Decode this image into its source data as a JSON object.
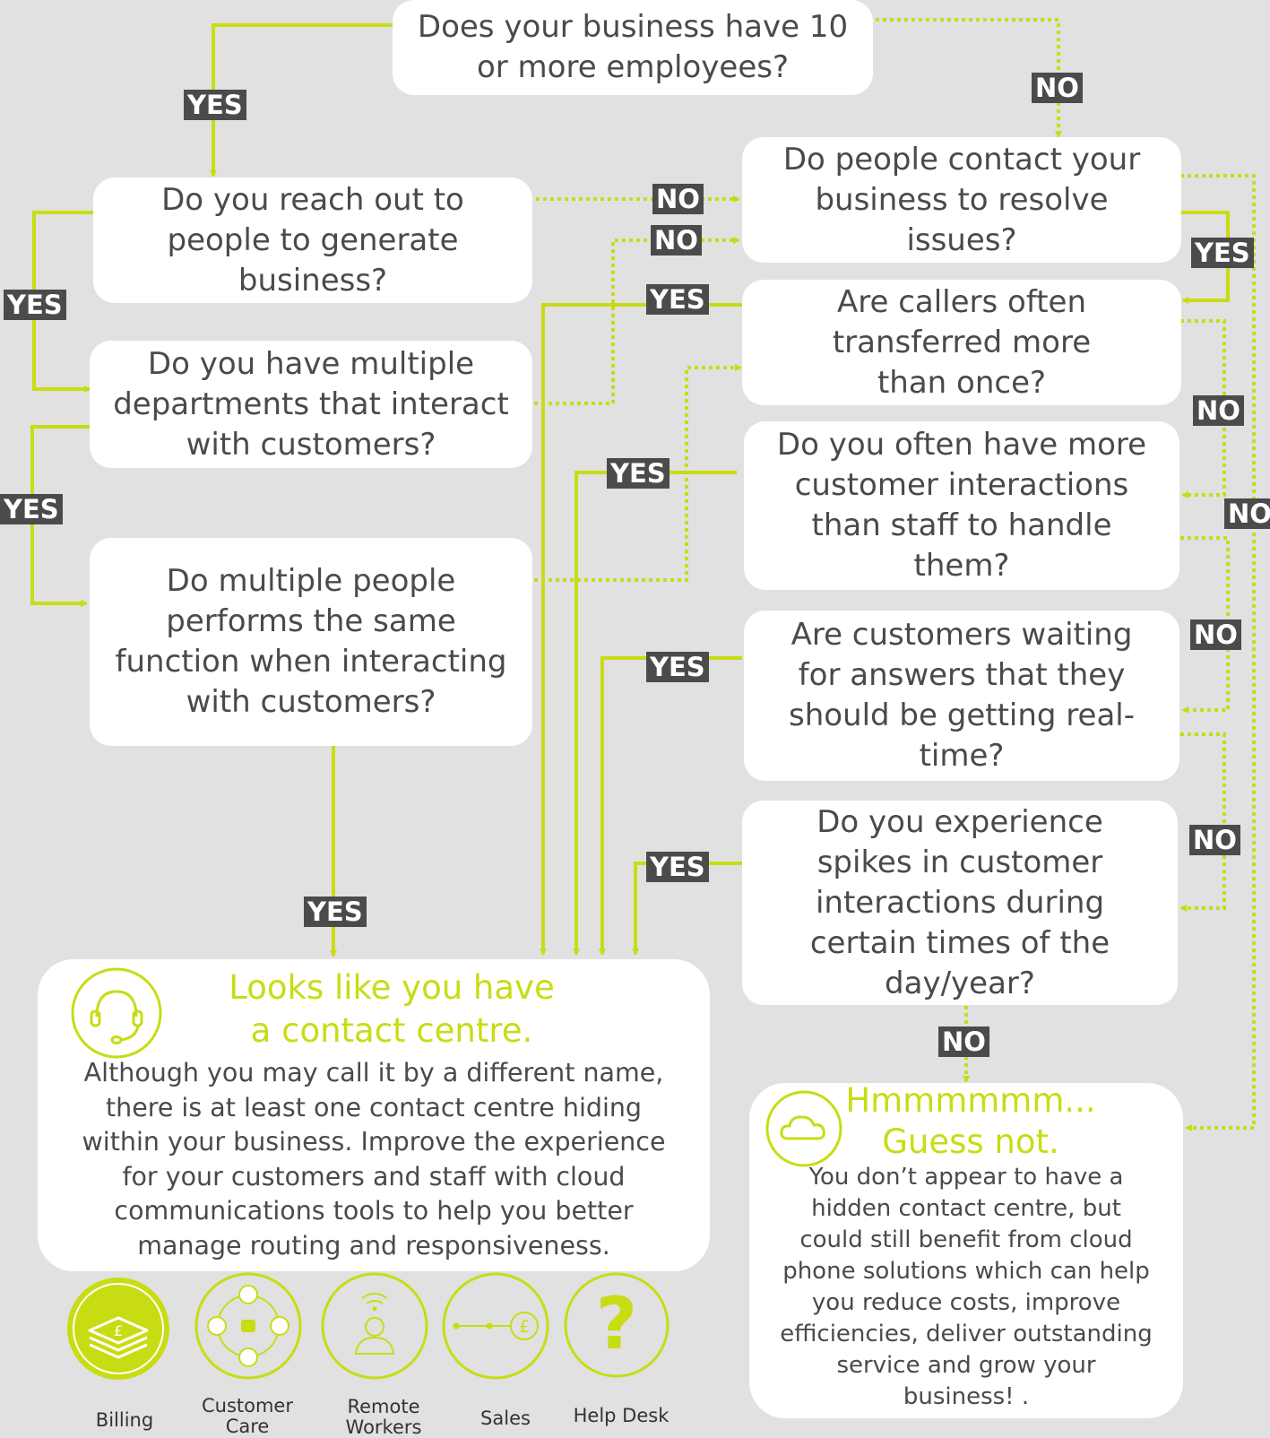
{
  "questions": {
    "q1": "Does your business have 10 or more employees?",
    "q2": "Do you reach out to people to generate business?",
    "q3": "Do you have multiple departments that interact with customers?",
    "q4": "Do multiple people performs the same function when interacting with customers?",
    "q5": "Do people contact your business to resolve issues?",
    "q6": "Are callers often transferred more than once?",
    "q7": "Do you often have more customer interactions than staff to handle them?",
    "q8": "Are customers waiting for answers that they should be getting real-time?",
    "q9": "Do you experience spikes in customer interactions during certain times of the day/year?"
  },
  "labels": {
    "yes": "YES",
    "no": "NO"
  },
  "result_yes": {
    "title_line1": "Looks like you have",
    "title_line2": "a contact centre.",
    "body": "Although you may call it by a different name, there is at least one contact centre hiding within your business. Improve the experience for your customers and staff with cloud communications tools to help you better manage routing and responsiveness."
  },
  "result_no": {
    "title_line1": "Hmmmmmm...",
    "title_line2": "Guess not.",
    "body": "You don’t appear to have a hidden contact centre, but could still benefit from cloud phone solutions which can help you reduce costs, improve efficiencies, deliver outstanding service and grow your business! ."
  },
  "roles": [
    {
      "label": "Billing",
      "icon": "billing-stack-icon"
    },
    {
      "label": "Customer Care",
      "icon": "customer-care-network-icon"
    },
    {
      "label": "Remote Workers",
      "icon": "remote-worker-icon"
    },
    {
      "label": "Sales",
      "icon": "sales-pound-icon"
    },
    {
      "label": "Help Desk",
      "icon": "question-mark-icon"
    }
  ],
  "colors": {
    "accent": "#c8dc14",
    "background": "#e1e1e1",
    "tag": "#4b4b4b",
    "text": "#4a4a4a"
  },
  "icons": {
    "result_yes": "headset-icon",
    "result_no": "cloud-icon"
  }
}
